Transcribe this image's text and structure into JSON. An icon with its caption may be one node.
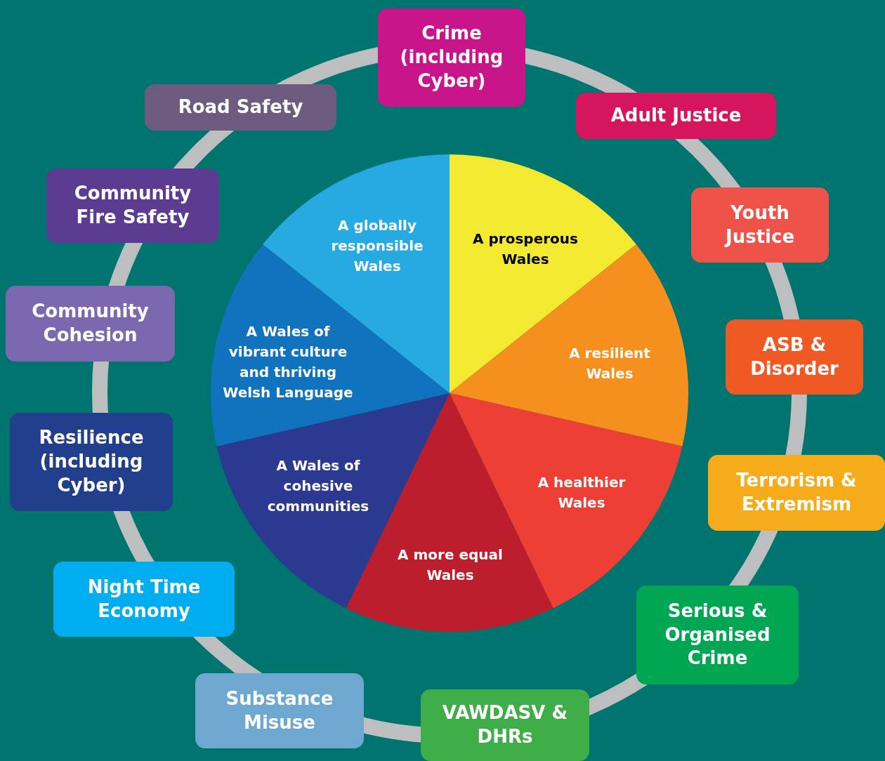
{
  "diagram": {
    "nodes": [
      {
        "text": [
          "Crime (including Cyber)"
        ]
      },
      {
        "text": [
          "Adult Justice"
        ]
      },
      {
        "text": [
          "Youth Justice"
        ]
      },
      {
        "text": [
          "ASB & Disorder"
        ]
      },
      {
        "text": [
          "Terrorism & Extremism"
        ]
      },
      {
        "text": [
          "Serious & Organised Crime"
        ]
      },
      {
        "text": [
          "VAWDASV & DHRs"
        ]
      },
      {
        "text": [
          "Substance Misuse"
        ]
      },
      {
        "text": [
          "Night Time Economy"
        ]
      },
      {
        "text": [
          "Resilience (including Cyber)"
        ]
      },
      {
        "text": [
          "Community Cohesion"
        ]
      },
      {
        "text": [
          "Community Fire Safety"
        ]
      },
      {
        "text": [
          "Road Safety"
        ]
      },
      {
        "text": [
          "A prosperous Wales"
        ]
      },
      {
        "text": [
          "A resilient Wales"
        ]
      },
      {
        "text": [
          "A healthier Wales"
        ]
      },
      {
        "text": [
          "A more equal Wales"
        ]
      },
      {
        "text": [
          "A Wales of cohesive communities"
        ]
      },
      {
        "text": [
          "A Wales of vibrant culture and thriving Welsh Language"
        ]
      },
      {
        "text": [
          "A globally responsible Wales"
        ]
      }
    ]
  }
}
